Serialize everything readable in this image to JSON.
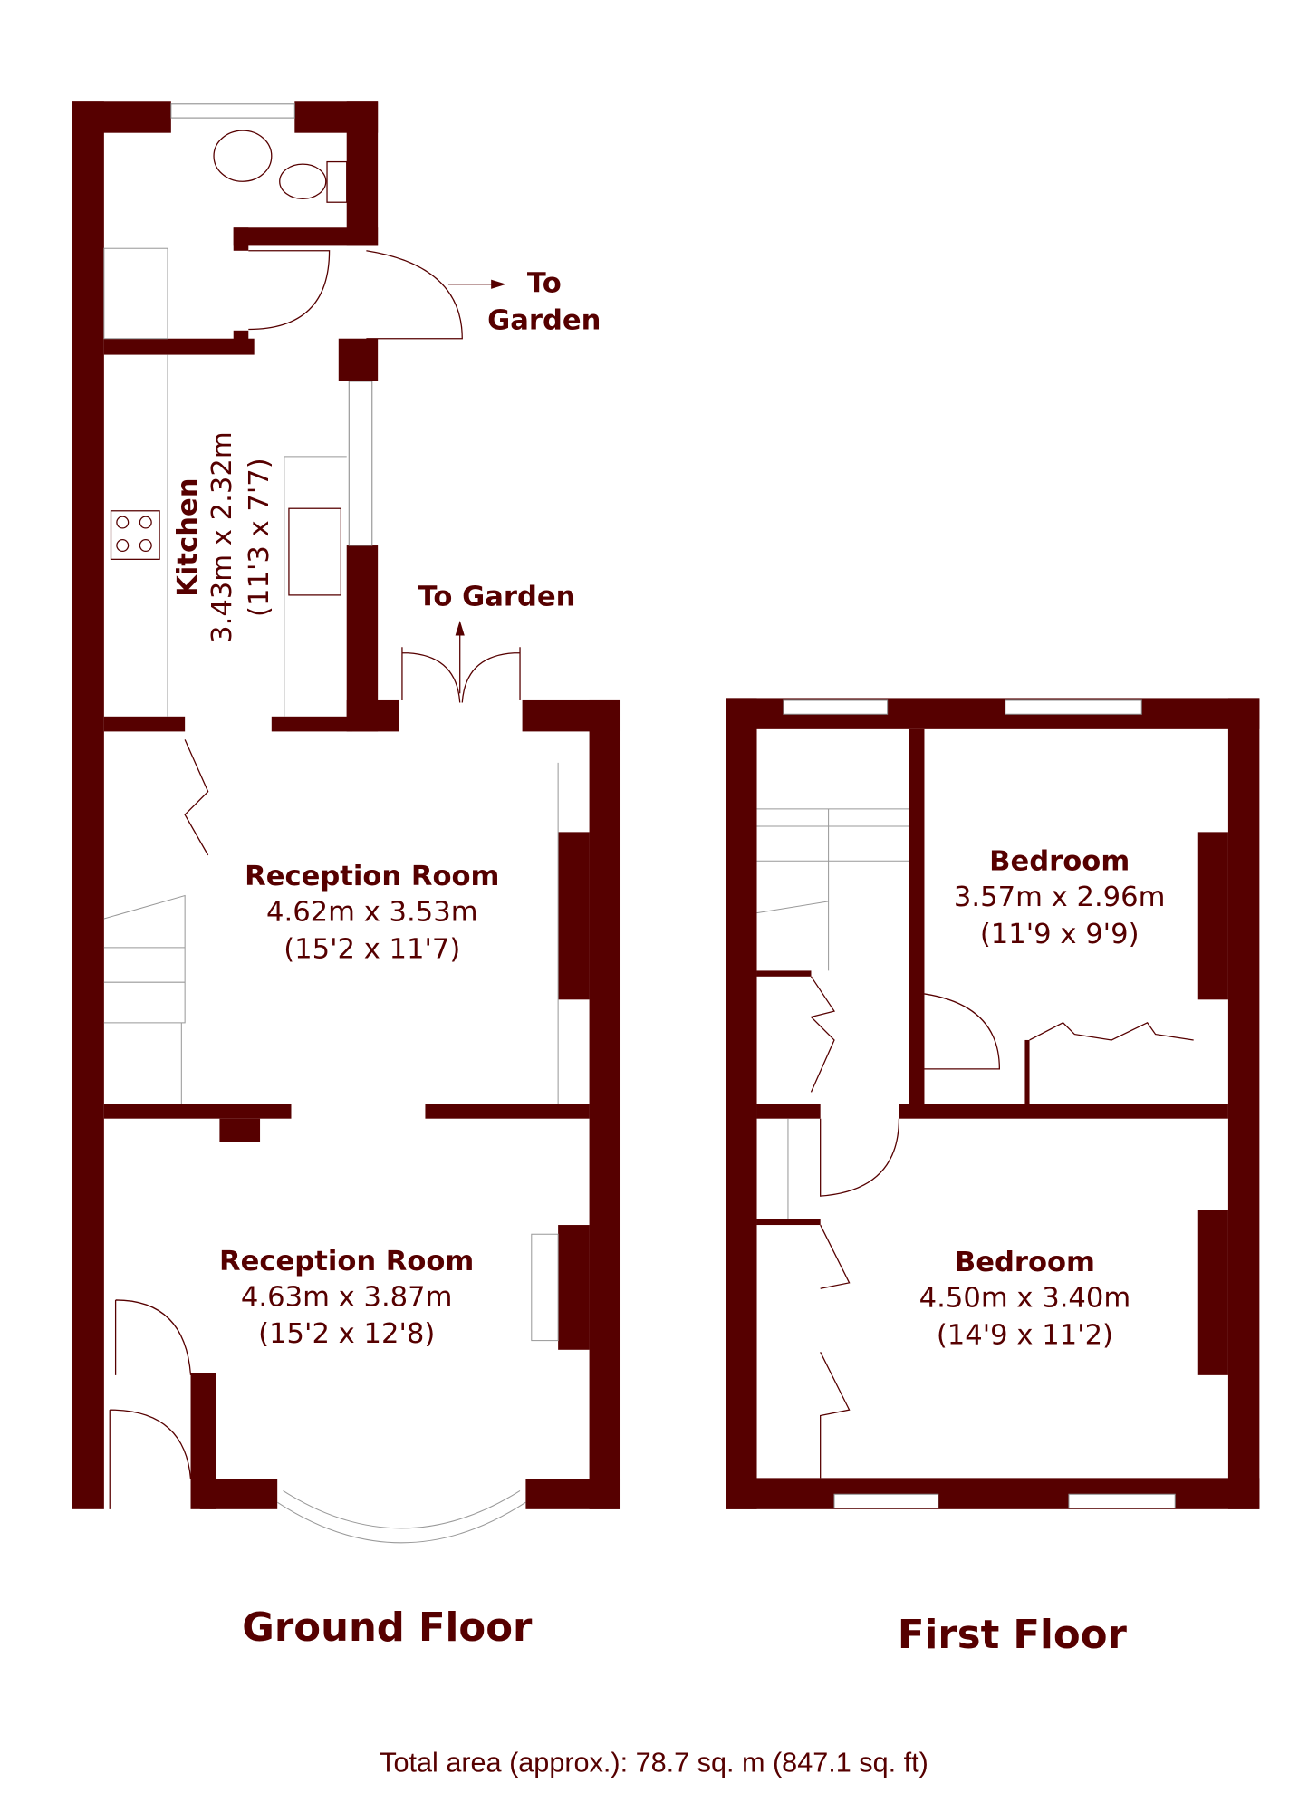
{
  "colors": {
    "wall": "#560000",
    "text": "#560000"
  },
  "ground_floor": {
    "title": "Ground Floor",
    "to_garden_side": {
      "line1": "To",
      "line2": "Garden"
    },
    "to_garden_rear": "To Garden",
    "rooms": [
      {
        "name": "Kitchen",
        "metric": "3.43m x 2.32m",
        "imperial": "(11'3 x 7'7)"
      },
      {
        "name": "Reception Room",
        "metric": "4.62m x 3.53m",
        "imperial": "(15'2 x 11'7)"
      },
      {
        "name": "Reception Room",
        "metric": "4.63m x 3.87m",
        "imperial": "(15'2 x 12'8)"
      }
    ]
  },
  "first_floor": {
    "title": "First Floor",
    "rooms": [
      {
        "name": "Bedroom",
        "metric": "3.57m x 2.96m",
        "imperial": "(11'9 x 9'9)"
      },
      {
        "name": "Bedroom",
        "metric": "4.50m x 3.40m",
        "imperial": "(14'9 x 11'2)"
      }
    ]
  },
  "total_area": "Total area (approx.): 78.7 sq. m (847.1 sq. ft)"
}
